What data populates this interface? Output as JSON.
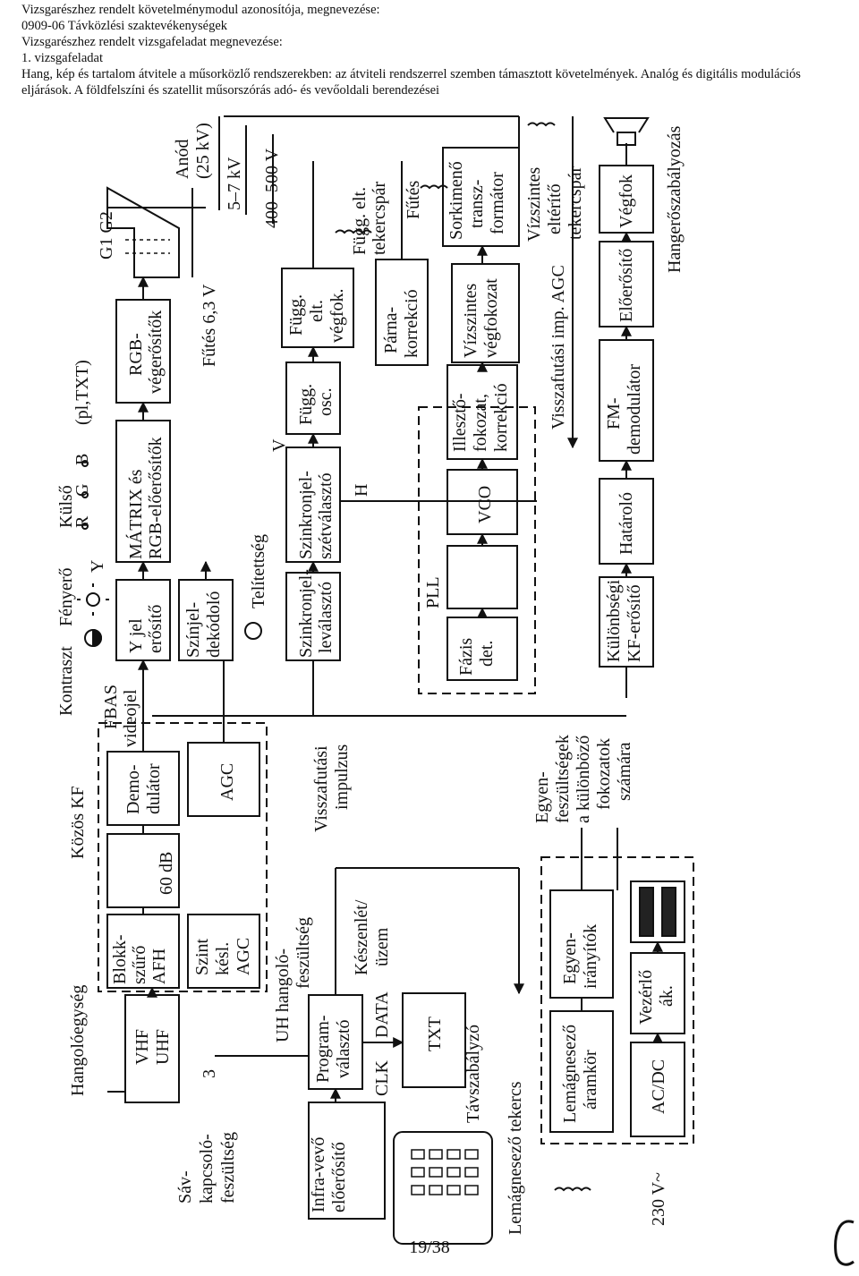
{
  "header": {
    "line1": "Vizsgarészhez rendelt követelménymodul azonosítója, megnevezése:",
    "line2": "0909-06 Távközlési szaktevékenységek",
    "line3": "Vizsgarészhez rendelt vizsgafeladat megnevezése:",
    "line4": "1. vizsgafeladat",
    "line5": "Hang, kép és tartalom átvitele a műsorközlő rendszerekben: az átviteli rendszerrel szemben támasztott követelmények. Analóg és digitális modulációs eljárások. A földfelszíni és szatellit műsorszórás adó- és vevőoldali berendezései"
  },
  "diagram": {
    "labels": {
      "hangoloegyseg": "Hangolóegység",
      "vhf": "VHF",
      "uhf": "UHF",
      "three": "3",
      "sav1": "Sáv-",
      "sav2": "kapcsoló-",
      "sav3": "feszültség",
      "kozoskf": "Közös KF",
      "blokk1": "Blokk-",
      "blokk2": "szűrő",
      "blokk3": "AFH",
      "amp1": "60 dB",
      "demod1": "Demo-",
      "demod2": "dulátor",
      "szint1": "Szint",
      "szint2": "késl.",
      "szint3": "AGC",
      "agc": "AGC",
      "uh1": "UH hangoló-",
      "uh2": "feszültség",
      "vissza1": "Visszafutási",
      "vissza2": "impulzus",
      "fbas1": "FBAS",
      "fbas2": "videojel",
      "kontraszt": "Kontraszt",
      "fenyero": "Fényerő",
      "y": "Y",
      "yjel1": "Y jel",
      "yjel2": "erősítő",
      "szinjel1": "Színjel-",
      "szinjel2": "dekódoló",
      "telitettseg": "Telítettség",
      "kulso": "Külső",
      "r": "R",
      "g": "G",
      "b": "B",
      "pltxt": "(pl,TXT)",
      "matrix1": "MÁTRIX és",
      "matrix2": "RGB-előerősítők",
      "rgbveg1": "RGB-",
      "rgbveg2": "végerősítők",
      "futes63": "Fűtés 6,3 V",
      "g1g2": "G1 G2",
      "anod1": "Anód",
      "anod2": "(25 kV)",
      "v57": "5–7 kV",
      "v400": "400–500 V",
      "szinkronlev1": "Szinkronjel-",
      "szinkronlev2": "leválasztó",
      "szinkronszet1": "Szinkronjel-",
      "szinkronszet2": "szétválasztó",
      "v": "V",
      "h": "H",
      "fuggosc1": "Függ.",
      "fuggosc2": "osc.",
      "fuggveg1": "Függ.",
      "fuggveg2": "elt.",
      "fuggveg3": "végfok.",
      "fuggtek1": "Függ. elt.",
      "fuggtek2": "tekercspár",
      "futes": "Fűtés",
      "pll": "PLL",
      "fazis1": "Fázis",
      "fazis2": "det.",
      "vco": "VCO",
      "illeszto1": "Illesztő-",
      "illeszto2": "fokozat,",
      "illeszto3": "korrekció",
      "parna1": "Párna-",
      "parna2": "korrekció",
      "vizszveg1": "Vízszintes",
      "vizszveg2": "végfokozat",
      "sorkimeno1": "Sorkimenő",
      "sorkimeno2": "transz-",
      "sorkimeno3": "formátor",
      "vizsztek1": "Vízszintes",
      "vizsztek2": "eltérítő",
      "vizsztek3": "tekercspár",
      "visszaagc": "Visszafutási imp. AGC",
      "kulonbsegi1": "Különbségi",
      "kulonbsegi2": "KF-erősítő",
      "hatarolo": "Határoló",
      "fmdemod1": "FM-",
      "fmdemod2": "demodulátor",
      "eloerosito": "Előerősítő",
      "vegfok": "Végfok",
      "hangero": "Hangerőszabályozás",
      "infra1": "Infra-vevő",
      "infra2": "előerősítő",
      "program1": "Program-",
      "program2": "választó",
      "clk": "CLK",
      "data": "DATA",
      "keszenlet1": "Készenlét/",
      "keszenlet2": "üzem",
      "txt": "TXT",
      "tavszabalyzo": "Távszabályzó",
      "lemagnesezo_tek": "Lemágnesező tekercs",
      "lemag1": "Lemágnesező",
      "lemag2": "áramkör",
      "acdc": "AC/DC",
      "vezerlo1": "Vezérlő",
      "vezerlo2": "ák.",
      "egyeniranyitok1": "Egyen-",
      "egyeniranyitok2": "irányítók",
      "egyenf1": "Egyen-",
      "egyenf2": "feszültségek",
      "egyenf3": "a különböző",
      "egyenf4": "fokozatok",
      "egyenf5": "számára",
      "v230": "230 V~",
      "agc2": "AGC"
    }
  },
  "footer": {
    "page_number": "19/38"
  }
}
